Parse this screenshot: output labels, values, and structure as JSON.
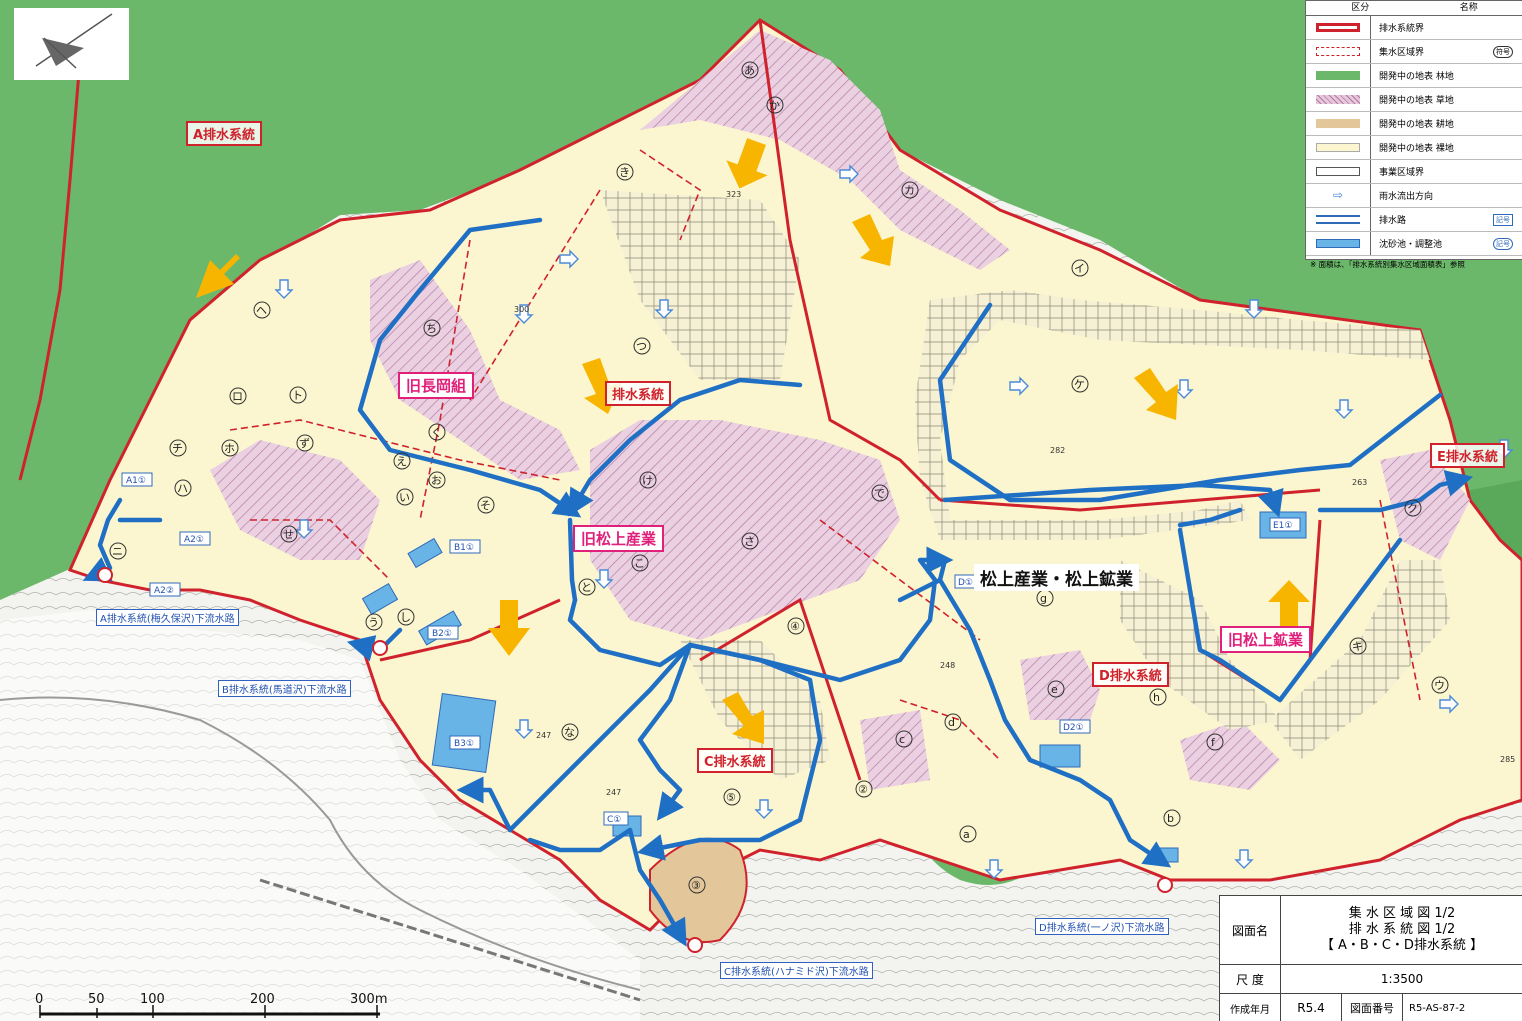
{
  "legend": {
    "header": [
      "区分",
      "名称"
    ],
    "items": [
      {
        "label": "排水系統界",
        "kind": "system-boundary",
        "color": "#d0222c",
        "badge": ""
      },
      {
        "label": "集水区域界",
        "kind": "catchment-boundary",
        "color": "#d0222c",
        "badge": "符号"
      },
      {
        "label": "開発中の地表 林地",
        "kind": "forest",
        "color": "#6bb86a",
        "badge": ""
      },
      {
        "label": "開発中の地表 草地",
        "kind": "grass",
        "color": "#e7c7dc",
        "badge": ""
      },
      {
        "label": "開発中の地表 耕地",
        "kind": "field",
        "color": "#e3c79a",
        "badge": ""
      },
      {
        "label": "開発中の地表 裸地",
        "kind": "bare",
        "color": "#fbf6cf",
        "badge": ""
      },
      {
        "label": "事業区域界",
        "kind": "project-boundary",
        "color": "#555555",
        "badge": ""
      },
      {
        "label": "雨水流出方向",
        "kind": "flow-arrow",
        "color": "#4a8ad8",
        "badge": ""
      },
      {
        "label": "排水路",
        "kind": "drain",
        "color": "#2f6ab8",
        "badge": "記号"
      },
      {
        "label": "沈砂池・調整池",
        "kind": "pond",
        "color": "#68b4e6",
        "badge": "記号"
      }
    ],
    "note": "※ 面積は、「排水系統別集水区域面積表」参照"
  },
  "systems": {
    "a": "A排水系統",
    "b": "排水系統",
    "c": "C排水系統",
    "d": "D排水系統",
    "e": "E排水系統"
  },
  "company_labels": {
    "nagaoka": "旧長岡組",
    "matsugami_sangyo": "旧松上産業",
    "matsugami_kogyo": "旧松上鉱業",
    "current": "松上産業・松上鉱業"
  },
  "outfalls": {
    "a": "A排水系統(梅久保沢)下流水路",
    "b": "B排水系統(馬道沢)下流水路",
    "c": "C排水系統(ハナミド沢)下流水路",
    "d": "D排水系統(一ノ沢)下流水路"
  },
  "structures": [
    "A1①",
    "A2①",
    "A2②",
    "B1①",
    "B2①",
    "B3①",
    "C①",
    "D①",
    "D2①",
    "E1①"
  ],
  "elevations": [
    "323",
    "300",
    "282",
    "263",
    "247",
    "247",
    "248",
    "285"
  ],
  "zone_marks": [
    "あ",
    "か",
    "き",
    "カ",
    "イ",
    "ヘ",
    "ち",
    "つ",
    "ト",
    "ロ",
    "く",
    "チ",
    "ハ",
    "ニ",
    "ず",
    "ホ",
    "え",
    "い",
    "お",
    "そ",
    "せ",
    "う",
    "し",
    "け",
    "さ",
    "こ",
    "と",
    "な",
    "ケ",
    "で",
    "g",
    "④",
    "⑤",
    "e",
    "c",
    "d",
    "②",
    "③",
    "a",
    "b",
    "f",
    "h",
    "キ",
    "ク",
    "ウ"
  ],
  "title_block": {
    "label_name": "図面名",
    "name_line1": "集 水 区 域 図 1/2",
    "name_line2": "排 水 系 統 図 1/2",
    "name_line3": "【 A・B・C・D排水系統 】",
    "label_scale": "尺 度",
    "scale": "1:3500",
    "label_date": "作成年月",
    "date": "R5.4",
    "label_number": "図面番号",
    "number": "R5-AS-87-2"
  },
  "scale_bar": {
    "ticks": [
      "0",
      "50",
      "100",
      "200",
      "300m"
    ]
  },
  "colors": {
    "forest": "#6bb86a",
    "bare": "#fbf6cf",
    "grass": "#e7c7dc",
    "field": "#e3c79a",
    "boundary": "#d0222c",
    "flow": "#1f6fc4",
    "highlight_arrow": "#f7b500",
    "top_bar": "#f2e500"
  }
}
